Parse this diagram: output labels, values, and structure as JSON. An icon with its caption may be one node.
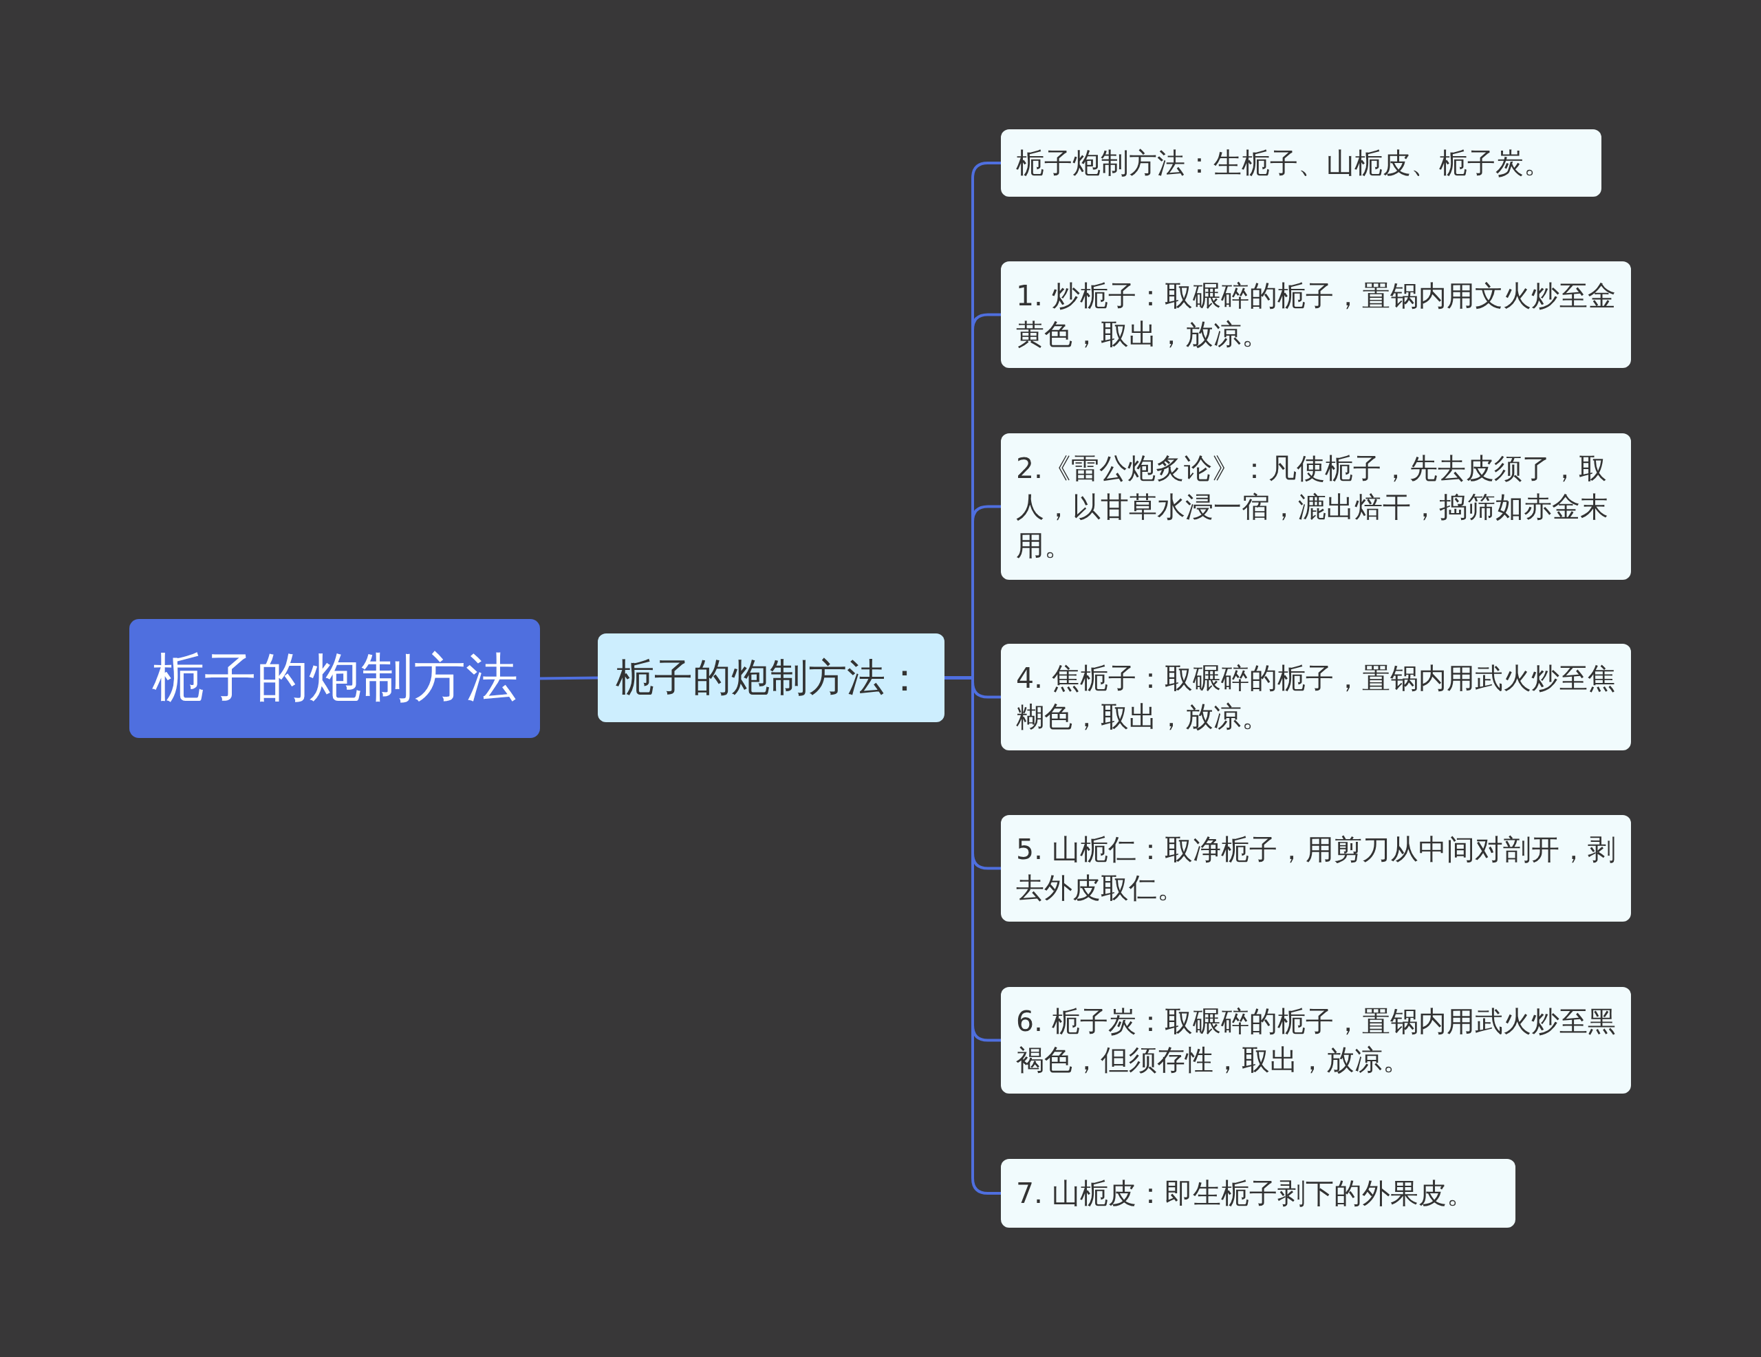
{
  "diagram": {
    "nodes": [
      {
        "text": [
          "栀子的炮制方法"
        ]
      },
      {
        "text": [
          "栀子的炮制方法："
        ]
      },
      {
        "text": [
          "栀子炮制方法：生栀子、山栀皮、栀子炭。"
        ]
      },
      {
        "text": [
          "1. 炒栀子：取碾碎的栀子，置锅内用文火炒至金黄色，取出，放凉。"
        ]
      },
      {
        "text": [
          "2.《雷公炮炙论》：凡使栀子，先去皮须了，取人，以甘草水浸一宿，漉出焙干，捣筛如赤金末用。"
        ]
      },
      {
        "text": [
          "4. 焦栀子：取碾碎的栀子，置锅内用武火炒至焦糊色，取出，放凉。"
        ]
      },
      {
        "text": [
          "5. 山栀仁：取净栀子，用剪刀从中间对剖开，剥去外皮取仁。"
        ]
      },
      {
        "text": [
          "6. 栀子炭：取碾碎的栀子，置锅内用武火炒至黑褐色，但须存性，取出，放凉。"
        ]
      },
      {
        "text": [
          "7. 山栀皮：即生栀子剥下的外果皮。"
        ]
      }
    ],
    "edges": [
      {
        "from": 0,
        "to": 1,
        "arrow": "none"
      },
      {
        "from": 1,
        "to": 2,
        "arrow": "none"
      },
      {
        "from": 1,
        "to": 3,
        "arrow": "none"
      },
      {
        "from": 1,
        "to": 4,
        "arrow": "none"
      },
      {
        "from": 1,
        "to": 5,
        "arrow": "none"
      },
      {
        "from": 1,
        "to": 6,
        "arrow": "none"
      },
      {
        "from": 1,
        "to": 7,
        "arrow": "none"
      },
      {
        "from": 1,
        "to": 8,
        "arrow": "none"
      }
    ]
  }
}
